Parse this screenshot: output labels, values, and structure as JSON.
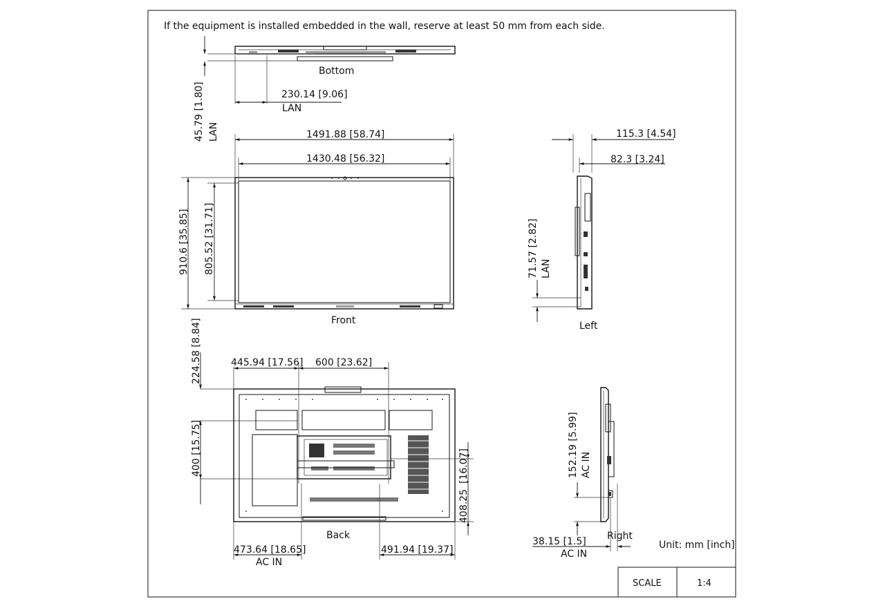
{
  "note": "If the equipment is installed embedded in the wall,  reserve at least 50 mm from each side.",
  "views": {
    "bottom": "Bottom",
    "front": "Front",
    "left": "Left",
    "back": "Back",
    "right": "Right"
  },
  "dimensions": {
    "bottom_lan_width": "230.14 [9.06]",
    "bottom_lan_label": "LAN",
    "bottom_depth": "45.79 [1.80]",
    "bottom_depth_label": "LAN",
    "front_width_outer": "1491.88  [58.74]",
    "front_width_inner": "1430.48  [56.32]",
    "front_height_outer": "910.6  [35.85]",
    "front_height_inner": "805.52  [31.71]",
    "left_depth_outer": "115.3  [4.54]",
    "left_depth_inner": "82.3  [3.24]",
    "left_lan_height": "71.57  [2.82]",
    "left_lan_label": "LAN",
    "back_top_offset": "224.58  [8.84]",
    "back_vesa_height": "400  [15.75]",
    "back_left_offset": "445.94  [17.56]",
    "back_vesa_width": "600  [23.62]",
    "back_right_upper": "[16.07]",
    "back_right_lower": "408.25",
    "back_acin_left": "473.64  [18.65]",
    "back_acin_left_label": "AC IN",
    "back_right_bottom": "491.94  [19.37]",
    "right_acin_height": "152.19  [5.99]",
    "right_acin_height_label": "AC IN",
    "right_acin_depth": "38.15  [1.5]",
    "right_acin_depth_label": "AC IN"
  },
  "unit_label": "Unit: mm [inch]",
  "title_block": {
    "scale_label": "SCALE",
    "scale_value": "1:4"
  }
}
